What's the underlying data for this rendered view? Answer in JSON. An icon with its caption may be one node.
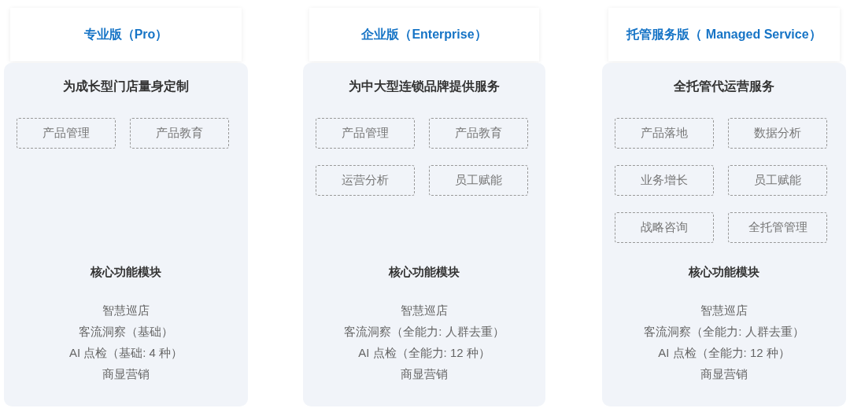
{
  "diagram": {
    "nodes": [
      {
        "text": [
          "专业版（Pro）"
        ]
      },
      {
        "text": [
          "为成长型门店量身定制",
          "核心功能模块",
          "智慧巡店",
          "客流洞察（基础）",
          "AI 点检（基础: 4 种）",
          "商显营销"
        ]
      },
      {
        "text": [
          "产品管理"
        ],
        "in": 1
      },
      {
        "text": [
          "产品教育"
        ],
        "in": 1
      },
      {
        "text": [
          "企业版（Enterprise）"
        ]
      },
      {
        "text": [
          "为中大型连锁品牌提供服务",
          "核心功能模块",
          "智慧巡店",
          "客流洞察（全能力: 人群去重）",
          "AI 点检（全能力: 12 种）",
          "商显营销"
        ]
      },
      {
        "text": [
          "产品管理"
        ],
        "in": 5
      },
      {
        "text": [
          "产品教育"
        ],
        "in": 5
      },
      {
        "text": [
          "运营分析"
        ],
        "in": 5
      },
      {
        "text": [
          "员工赋能"
        ],
        "in": 5
      },
      {
        "text": [
          "托管服务版（ Managed Service）"
        ]
      },
      {
        "text": [
          "全托管代运营服务",
          "核心功能模块",
          "智慧巡店",
          "客流洞察（全能力: 人群去重）",
          "AI 点检（全能力: 12 种）",
          "商显营销"
        ]
      },
      {
        "text": [
          "产品落地"
        ],
        "in": 11
      },
      {
        "text": [
          "数据分析"
        ],
        "in": 11
      },
      {
        "text": [
          "业务增长"
        ],
        "in": 11
      },
      {
        "text": [
          "员工赋能"
        ],
        "in": 11
      },
      {
        "text": [
          "战略咨询"
        ],
        "in": 11
      },
      {
        "text": [
          "全托管管理"
        ],
        "in": 11
      }
    ]
  }
}
